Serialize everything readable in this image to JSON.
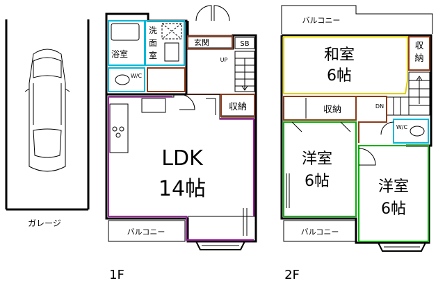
{
  "floor1": {
    "label": "1F",
    "garage": "ガレージ",
    "bath": "浴室",
    "wash": "洗面室",
    "wash_chars": [
      "洗",
      "面",
      "室"
    ],
    "toilet": "W/C",
    "entrance": "玄関",
    "sb": "SB",
    "up": "UP",
    "storage": "収納",
    "ldk_name": "LDK",
    "ldk_size": "14帖",
    "balcony": "バルコニー"
  },
  "floor2": {
    "label": "2F",
    "balcony_top": "バルコニー",
    "washitsu_name": "和室",
    "washitsu_size": "6帖",
    "storage_right": "収納",
    "storage_right_chars": [
      "収",
      "納"
    ],
    "storage_mid": "収納",
    "dn": "DN",
    "toilet": "W/C",
    "youshitsu1_name": "洋室",
    "youshitsu1_size": "6帖",
    "youshitsu2_name": "洋室",
    "youshitsu2_size": "6帖",
    "balcony_bottom": "バルコニー"
  },
  "colors": {
    "ldk": "#a020a0",
    "washitsu": "#e0d000",
    "youshitsu": "#00b000",
    "wet": "#00b8d8",
    "hall": "#8b3a1a"
  }
}
